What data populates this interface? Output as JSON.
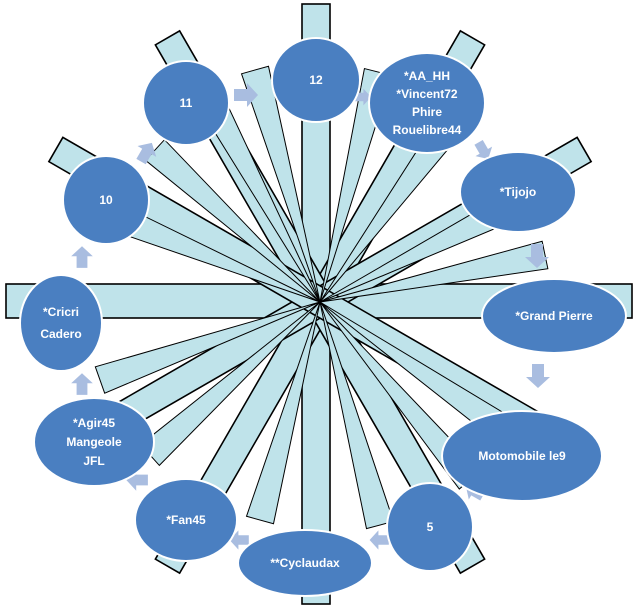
{
  "colors": {
    "spoke_fill": "#bfe3ea",
    "spoke_stroke": "#000000",
    "node_fill": "#4a7fc1",
    "node_stroke": "#ffffff",
    "arrow_fill": "#a9bde0",
    "label": "#ffffff"
  },
  "nodes": [
    {
      "id": "node-12",
      "lines": [
        "12"
      ]
    },
    {
      "id": "node-aa-hh",
      "lines": [
        "*AA_HH",
        "*Vincent72",
        "Phire",
        "Rouelibre44"
      ]
    },
    {
      "id": "node-tijojo",
      "lines": [
        "*Tijojo"
      ]
    },
    {
      "id": "node-grand-pierre",
      "lines": [
        "*Grand Pierre"
      ]
    },
    {
      "id": "node-motomobile",
      "lines": [
        "Motomobile le9"
      ]
    },
    {
      "id": "node-5",
      "lines": [
        "5"
      ]
    },
    {
      "id": "node-cyclaudax",
      "lines": [
        "**Cyclaudax"
      ]
    },
    {
      "id": "node-fan45",
      "lines": [
        "*Fan45"
      ]
    },
    {
      "id": "node-agir45",
      "lines": [
        "*Agir45",
        "Mangeole",
        "JFL"
      ]
    },
    {
      "id": "node-cricri",
      "lines": [
        "*Cricri",
        "Cadero"
      ]
    },
    {
      "id": "node-10",
      "lines": [
        "10"
      ]
    },
    {
      "id": "node-11",
      "lines": [
        "11"
      ]
    }
  ]
}
